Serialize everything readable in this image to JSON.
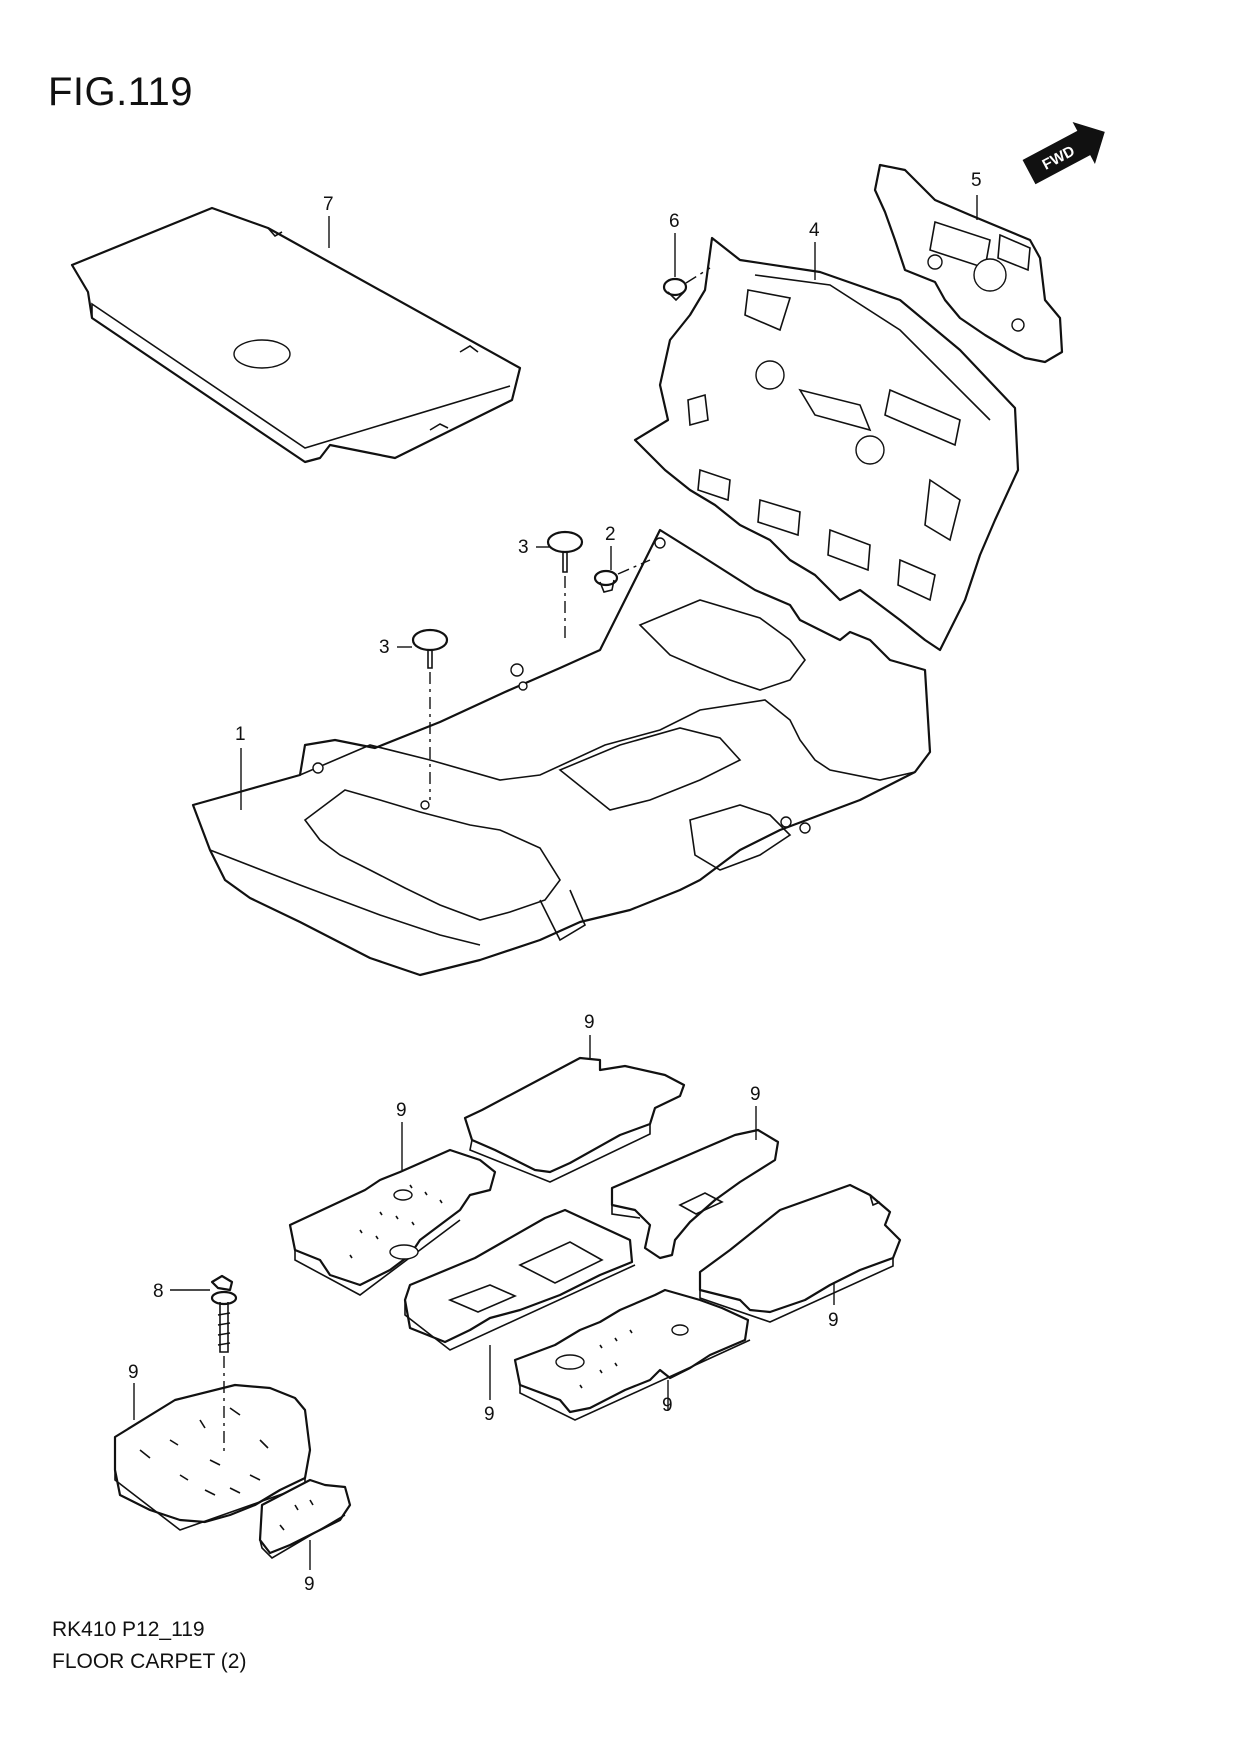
{
  "figure": {
    "title": "FIG.119"
  },
  "footer": {
    "code": "RK410 P12_119",
    "name": "FLOOR CARPET (2)"
  },
  "fwd_badge": {
    "label": "FWD"
  },
  "callouts": {
    "c1": "1",
    "c2": "2",
    "c3a": "3",
    "c3b": "3",
    "c4": "4",
    "c5": "5",
    "c6": "6",
    "c7": "7",
    "c8": "8",
    "c9a": "9",
    "c9b": "9",
    "c9c": "9",
    "c9d": "9",
    "c9e": "9",
    "c9f": "9",
    "c9g": "9",
    "c9h": "9"
  }
}
